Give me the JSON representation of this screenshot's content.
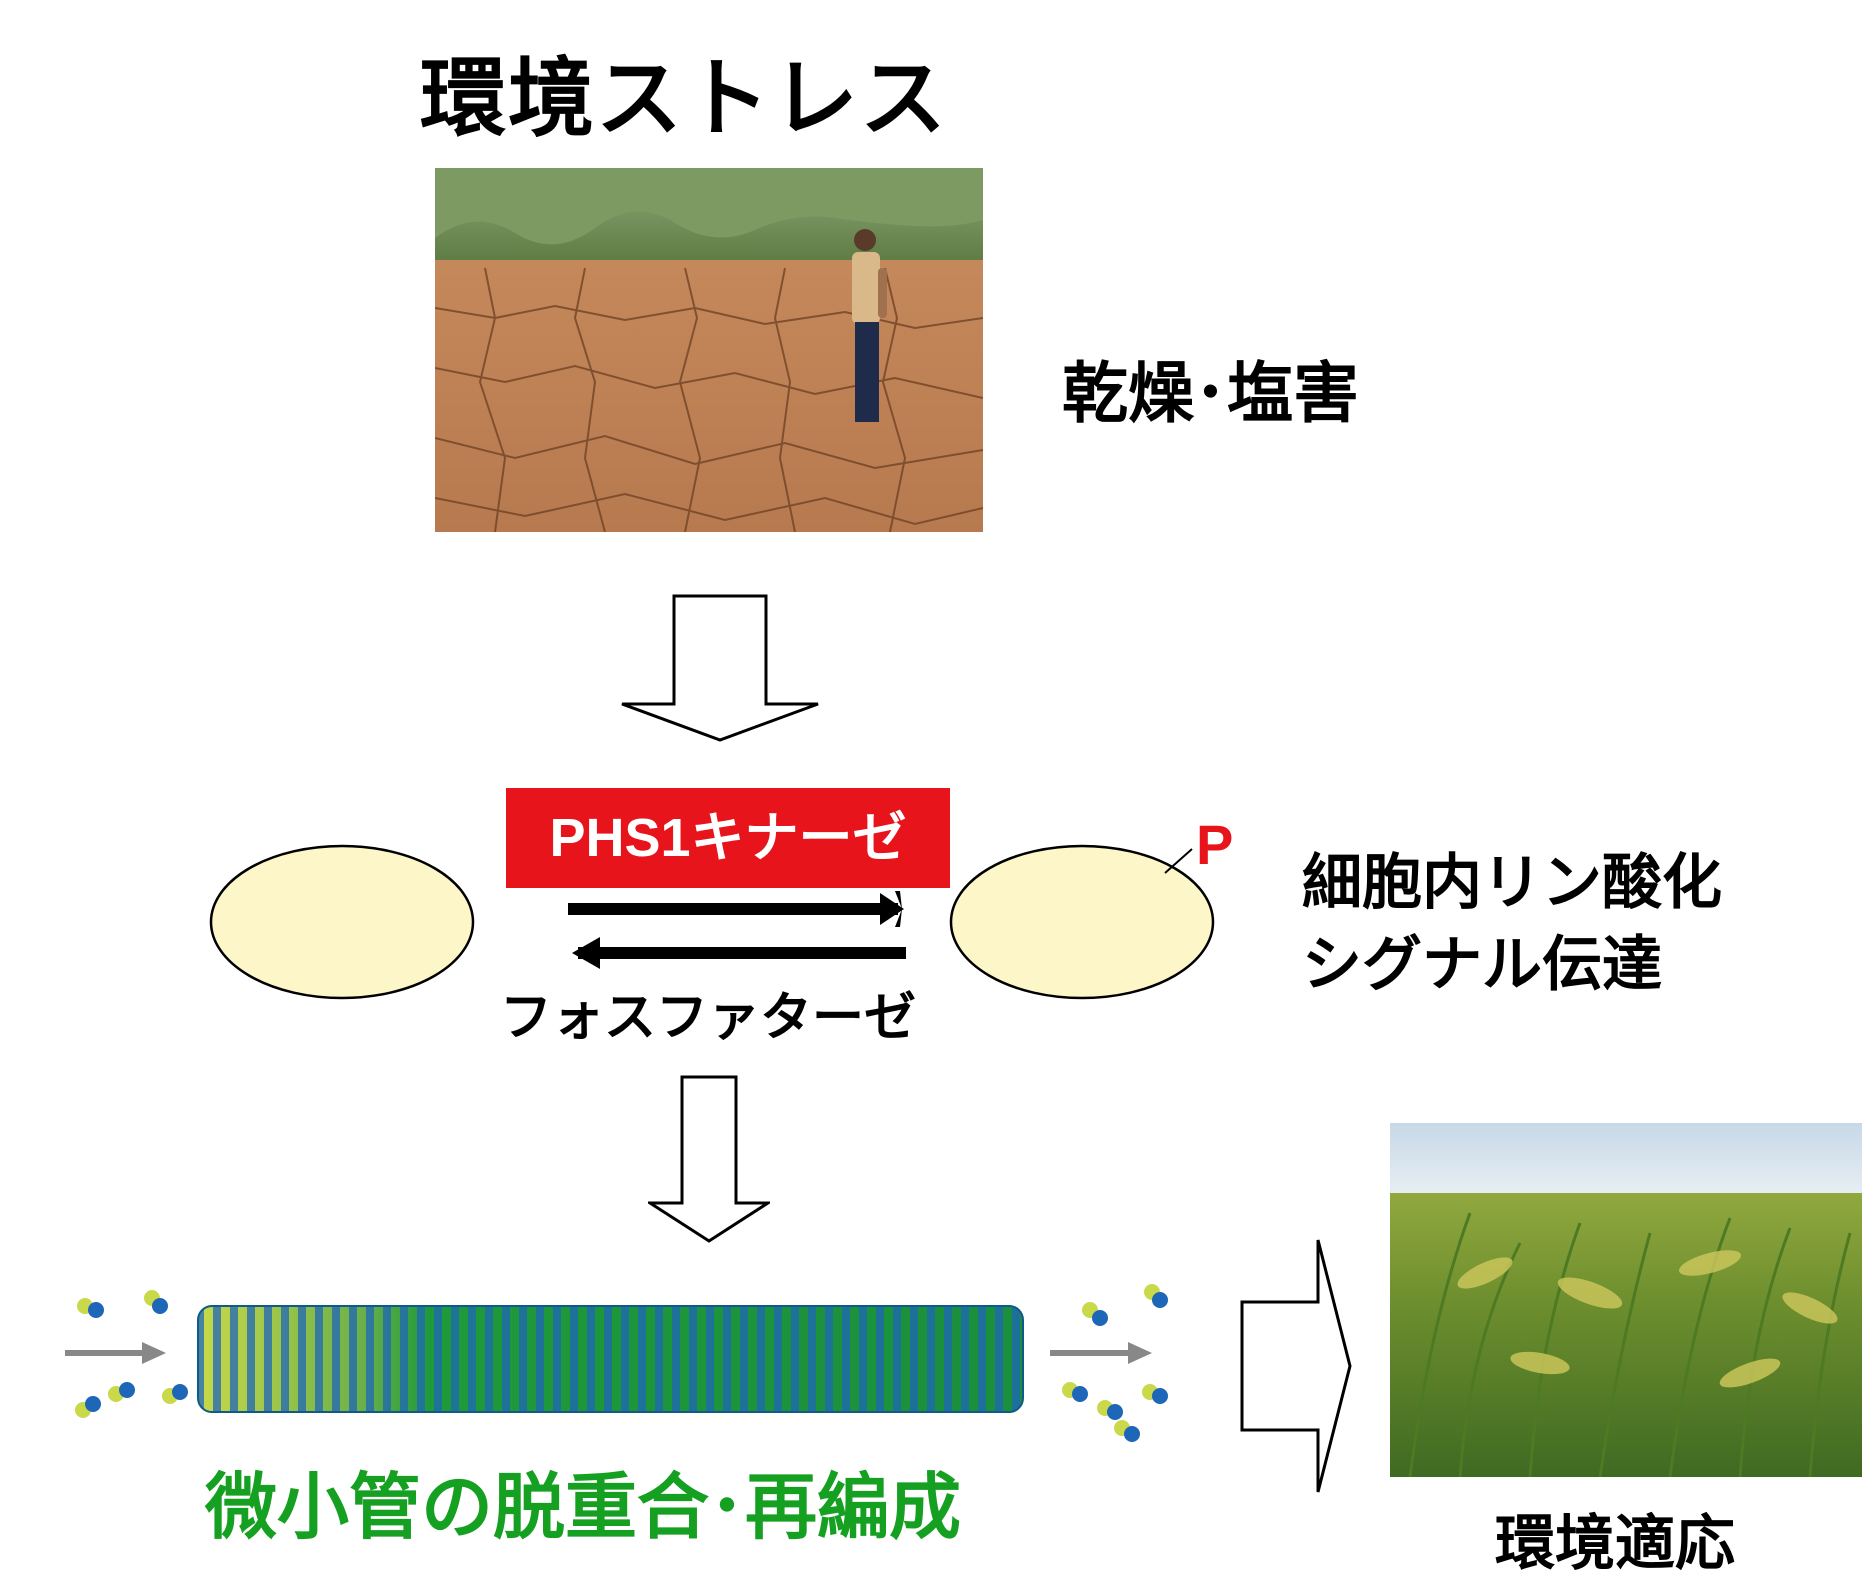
{
  "title": "環境ストレス",
  "stress_label": "乾燥･塩害",
  "kinase_label": "PHS1キナーゼ",
  "phosphatase_label": "フォスファターゼ",
  "phospho_mark": "P",
  "signal_label_line1": "細胞内リン酸化",
  "signal_label_line2": "シグナル伝達",
  "microtubule_label": "微小管の脱重合･再編成",
  "adaptation_label": "環境適応",
  "colors": {
    "kinase_box": "#e8141b",
    "protein_fill": "#fdf6c8",
    "microtubule_label": "#16a022",
    "tubulin_yellow": "#c9d94a",
    "tubulin_blue": "#1e66b8",
    "tubulin_green": "#1f9a3a"
  },
  "icons": [
    "drought-photo",
    "rice-field-photo",
    "microtubule-illustration",
    "hollow-arrow-down",
    "hollow-arrow-right"
  ]
}
